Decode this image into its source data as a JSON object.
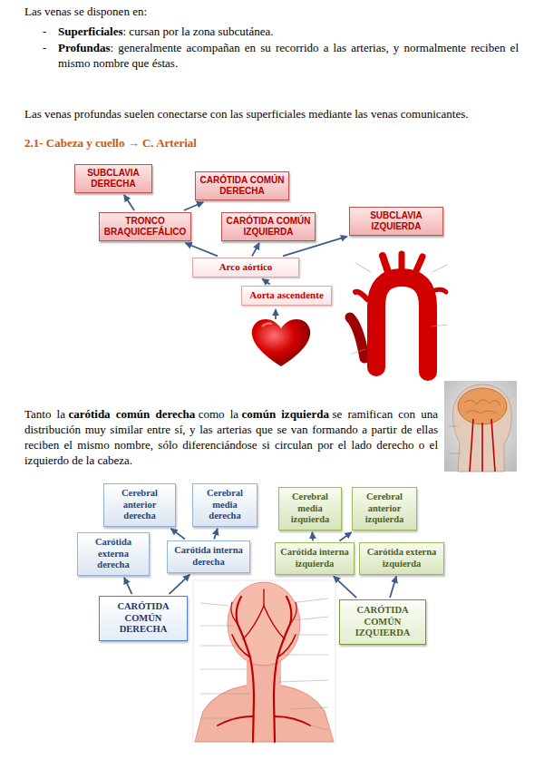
{
  "diagram": {
    "title": "2.1- Cabeza y cuello → C. Arterial",
    "nodes": [
      {
        "text": [
          "SUBCLAVIA DERECHA"
        ]
      },
      {
        "text": [
          "CARÓTIDA COMÚN DERECHA"
        ]
      },
      {
        "text": [
          "TRONCO BRAQUICEFÁLICO"
        ]
      },
      {
        "text": [
          "CARÓTIDA COMÚN IZQUIERDA"
        ]
      },
      {
        "text": [
          "SUBCLAVIA IZQUIERDA"
        ]
      },
      {
        "text": [
          "Arco aórtico"
        ]
      },
      {
        "text": [
          "Aorta ascendente"
        ]
      },
      {
        "text": [
          "Cerebral anterior derecha"
        ]
      },
      {
        "text": [
          "Cerebral media derecha"
        ]
      },
      {
        "text": [
          "Cerebral media izquierda"
        ]
      },
      {
        "text": [
          "Cerebral anterior izquierda"
        ]
      },
      {
        "text": [
          "Carótida externa derecha"
        ]
      },
      {
        "text": [
          "Carótida interna derecha"
        ]
      },
      {
        "text": [
          "Carótida interna izquierda"
        ]
      },
      {
        "text": [
          "Carótida externa izquierda"
        ]
      },
      {
        "text": [
          "CARÓTIDA COMÚN DERECHA"
        ]
      },
      {
        "text": [
          "CARÓTIDA COMÚN IZQUIERDA"
        ]
      }
    ],
    "edges": [
      {
        "from": 6,
        "to": 5,
        "arrow": "to"
      },
      {
        "from": 5,
        "to": 2,
        "arrow": "to"
      },
      {
        "from": 5,
        "to": 3,
        "arrow": "to"
      },
      {
        "from": 5,
        "to": 4,
        "arrow": "to"
      },
      {
        "from": 2,
        "to": 0,
        "arrow": "to"
      },
      {
        "from": 2,
        "to": 1,
        "arrow": "to"
      },
      {
        "from": 15,
        "to": 11,
        "arrow": "to"
      },
      {
        "from": 15,
        "to": 12,
        "arrow": "to"
      },
      {
        "from": 12,
        "to": 7,
        "arrow": "to"
      },
      {
        "from": 12,
        "to": 8,
        "arrow": "to"
      },
      {
        "from": 16,
        "to": 13,
        "arrow": "to"
      },
      {
        "from": 16,
        "to": 14,
        "arrow": "to"
      },
      {
        "from": 13,
        "to": 9,
        "arrow": "to"
      },
      {
        "from": 13,
        "to": 10,
        "arrow": "to"
      }
    ],
    "labels": [
      "Las venas se disponen en:",
      "-",
      "Superficiales",
      ": cursan por la zona subcutánea.",
      "-",
      "Profundas",
      ": generalmente acompañan en su recorrido a las arterias, y normalmente reciben el mismo nombre que éstas.",
      "Las venas profundas suelen conectarse con las superficiales mediante las venas comunicantes.",
      "Tanto la",
      "carótida común derecha",
      "como la",
      "común izquierda",
      "se ramifican con una distribución muy similar entre sí, y las arterias que se van formando a partir de ellas reciben el mismo nombre, sólo diferenciándose si circulan por el lado derecho o el izquierdo de la cabeza."
    ]
  }
}
